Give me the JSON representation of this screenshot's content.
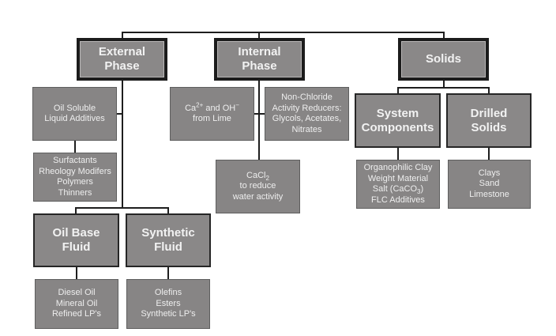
{
  "diagram": {
    "title": "Oil-based drilling fluid composition",
    "nodes": {
      "external_phase": {
        "label": "External\nPhase"
      },
      "internal_phase": {
        "label": "Internal\nPhase"
      },
      "solids": {
        "label": "Solids"
      },
      "oil_soluble": {
        "label": "Oil Soluble\nLiquid Additives"
      },
      "surfactants": {
        "label": "Surfactants\nRheology Modifers\nPolymers\nThinners"
      },
      "oil_base_fluid": {
        "label": "Oil Base\nFluid"
      },
      "synthetic_fluid": {
        "label": "Synthetic\nFluid"
      },
      "oil_base_items": {
        "label": "Diesel Oil\nMineral Oil\nRefined LP's"
      },
      "synthetic_items": {
        "label": "Olefins\nEsters\nSynthetic LP's"
      },
      "lime": {
        "pre": "Ca",
        "sup1": "2+",
        "mid": " and OH",
        "sup2": "−",
        "post": "from Lime"
      },
      "non_chloride": {
        "label": "Non-Chloride\nActivity Reducers:\nGlycols, Acetates,\nNitrates"
      },
      "cacl2": {
        "pre": "CaCl",
        "sub": "2",
        "post": "to reduce\nwater activity"
      },
      "system_components": {
        "label": "System\nComponents"
      },
      "drilled_solids": {
        "label": "Drilled\nSolids"
      },
      "system_items": {
        "line1": "Organophilic Clay",
        "line2": "Weight Material",
        "salt_pre": "Salt (CaCO",
        "salt_sub": "3",
        "salt_post": ")",
        "line4": "FLC Additives"
      },
      "drilled_items": {
        "label": "Clays\nSand\nLimestone"
      }
    },
    "edges": [
      [
        "root",
        "external_phase"
      ],
      [
        "root",
        "internal_phase"
      ],
      [
        "root",
        "solids"
      ],
      [
        "external_phase",
        "oil_soluble"
      ],
      [
        "oil_soluble",
        "surfactants"
      ],
      [
        "external_phase",
        "oil_base_fluid"
      ],
      [
        "external_phase",
        "synthetic_fluid"
      ],
      [
        "oil_base_fluid",
        "oil_base_items"
      ],
      [
        "synthetic_fluid",
        "synthetic_items"
      ],
      [
        "internal_phase",
        "lime"
      ],
      [
        "internal_phase",
        "non_chloride"
      ],
      [
        "internal_phase",
        "cacl2"
      ],
      [
        "solids",
        "system_components"
      ],
      [
        "solids",
        "drilled_solids"
      ],
      [
        "system_components",
        "system_items"
      ],
      [
        "drilled_solids",
        "drilled_items"
      ]
    ]
  }
}
